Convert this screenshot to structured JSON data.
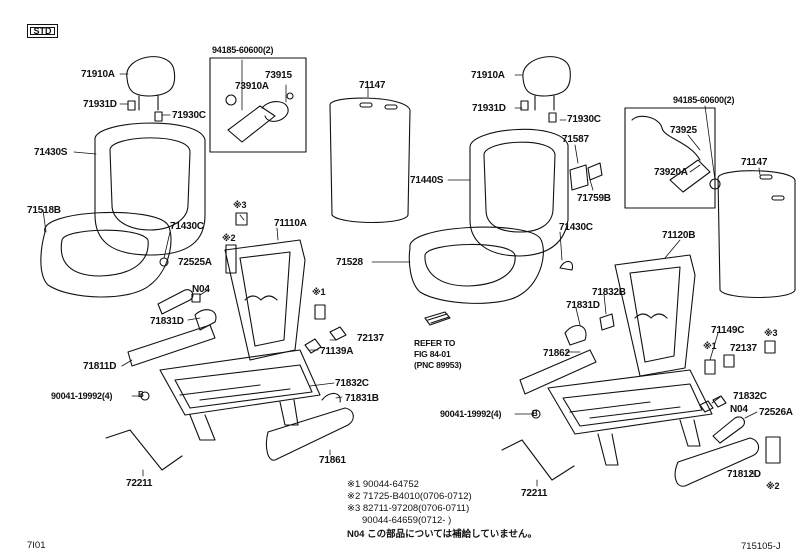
{
  "badge": "STD",
  "labels": {
    "l71910a": "71910A",
    "l71931d": "71931D",
    "l71930c": "71930C",
    "l71430s": "71430S",
    "l71518b": "71518B",
    "l71430c": "71430C",
    "l72525a": "72525A",
    "ln04a": "N04",
    "l71831d": "71831D",
    "l71811d": "71811D",
    "l90041a": "90041-19992(4)",
    "l72211a": "72211",
    "l94185a": "94185-60600(2)",
    "l73915": "73915",
    "l73910a": "73910A",
    "lk3a": "※3",
    "lk2a": "※2",
    "l71110a": "71110A",
    "lk1a": "※1",
    "l72137a": "72137",
    "l71139a": "71139A",
    "l71832ca": "71832C",
    "l71831b": "71831B",
    "l71861": "71861",
    "l71147a": "71147",
    "l71910b": "71910A",
    "l71931db": "71931D",
    "l71930cb": "71930C",
    "l71440s": "71440S",
    "l71587": "71587",
    "l71759b": "71759B",
    "l71528": "71528",
    "l71430cb": "71430C",
    "refer": "REFER TO\nFIG 84-01\n(PNC 89953)",
    "l94185b": "94185-60600(2)",
    "l73925": "73925",
    "l73920a": "73920A",
    "l71147b": "71147",
    "l71120b": "71120B",
    "l71832b": "71832B",
    "l71831db": "71831D",
    "l71862": "71862",
    "l71149c": "71149C",
    "lk1b": "※1",
    "l72137b": "72137",
    "lk3b": "※3",
    "l71832cb": "71832C",
    "ln04b": "N04",
    "l72526a": "72526A",
    "l90041b": "90041-19992(4)",
    "l72211b": "72211",
    "l71812d": "71812D",
    "lk2b": "※2"
  },
  "notes": {
    "n1": "※1 90044-64752",
    "n2": "※2 71725-B4010(0706-0712)",
    "n3": "※3 82711-97208(0706-0711)",
    "n4": "90044-64659(0712-      )",
    "n5": "N04  この部品については補給していません。"
  },
  "footer": {
    "left": "7I01",
    "right": "715105-J"
  }
}
